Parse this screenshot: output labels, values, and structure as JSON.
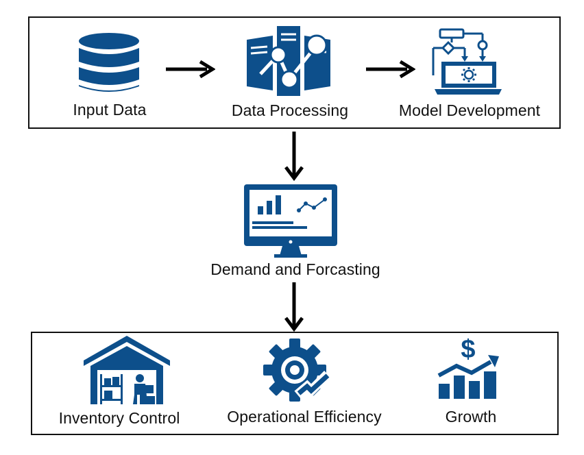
{
  "colors": {
    "icon": "#0d4f8b",
    "arrow": "#000000",
    "border": "#111111"
  },
  "pipeline": [
    {
      "label": "Input Data",
      "icon": "database-icon"
    },
    {
      "label": "Data Processing",
      "icon": "data-processing-icon"
    },
    {
      "label": "Model Development",
      "icon": "model-development-icon"
    }
  ],
  "center": {
    "label": "Demand and Forcasting",
    "icon": "monitor-chart-icon"
  },
  "outcomes": [
    {
      "label": "Inventory Control",
      "icon": "warehouse-icon"
    },
    {
      "label": "Operational Efficiency",
      "icon": "gear-check-icon"
    },
    {
      "label": "Growth",
      "icon": "dollar-growth-icon"
    }
  ]
}
